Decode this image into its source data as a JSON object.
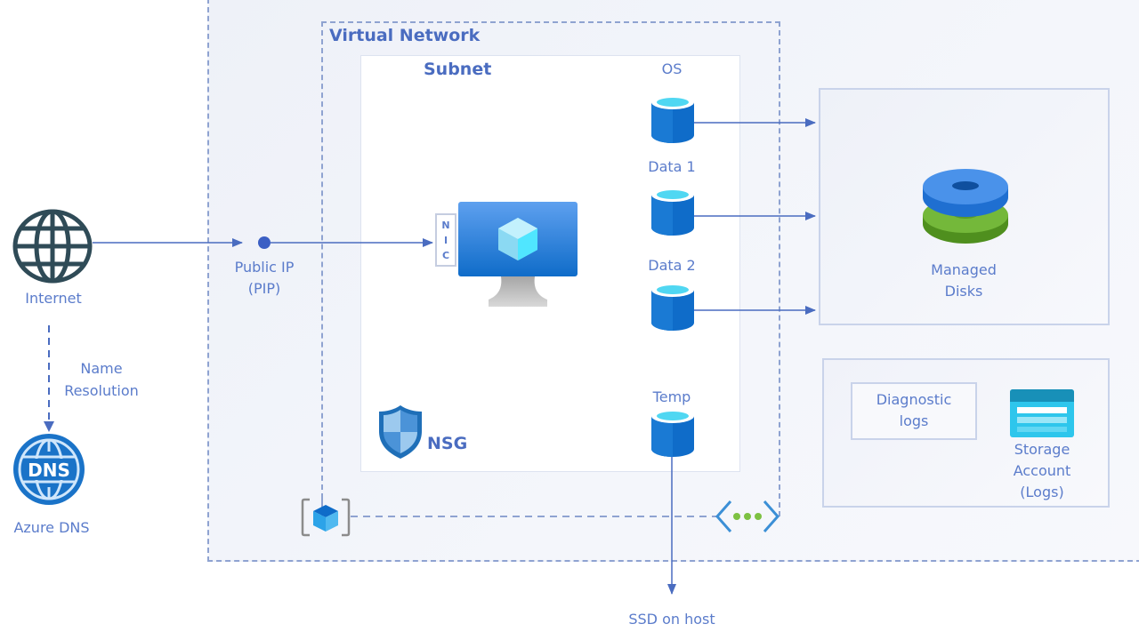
{
  "diagram": {
    "nodes": {
      "internet": {
        "label": "Internet",
        "icon": "globe-icon"
      },
      "public_ip": {
        "label_line1": "Public IP",
        "label_line2": "(PIP)",
        "icon": "dot-icon"
      },
      "name_resolution": {
        "label_line1": "Name",
        "label_line2": "Resolution"
      },
      "azure_dns": {
        "label": "Azure DNS",
        "icon": "dns-globe-icon",
        "icon_text": "DNS"
      },
      "virtual_network": {
        "label": "Virtual Network"
      },
      "subnet": {
        "label": "Subnet"
      },
      "vm": {
        "icon": "virtual-machine-icon",
        "nic_letters": [
          "N",
          "I",
          "C"
        ]
      },
      "nsg": {
        "label": "NSG",
        "icon": "shield-icon"
      },
      "disk_os": {
        "label": "OS",
        "icon": "disk-cylinder-icon"
      },
      "disk_data1": {
        "label": "Data 1",
        "icon": "disk-cylinder-icon"
      },
      "disk_data2": {
        "label": "Data 2",
        "icon": "disk-cylinder-icon"
      },
      "disk_temp": {
        "label": "Temp",
        "icon": "disk-cylinder-icon"
      },
      "ssd_on_host": {
        "label": "SSD on host"
      },
      "managed_disks": {
        "label_line1": "Managed",
        "label_line2": "Disks",
        "icon": "managed-disks-icon"
      },
      "diagnostic_logs": {
        "label_line1": "Diagnostic",
        "label_line2": "logs"
      },
      "storage_account": {
        "label_line1": "Storage",
        "label_line2": "Account",
        "label_line3": "(Logs)",
        "icon": "storage-account-icon"
      },
      "resource_group": {
        "icon": "resource-group-icon"
      },
      "vnet_peering": {
        "icon": "vnet-connector-icon"
      }
    },
    "edges": [
      {
        "from": "internet",
        "to": "public_ip",
        "style": "solid"
      },
      {
        "from": "public_ip",
        "to": "vm",
        "style": "solid"
      },
      {
        "from": "internet",
        "to": "azure_dns",
        "style": "dashed",
        "label": "Name Resolution"
      },
      {
        "from": "disk_os",
        "to": "managed_disks",
        "style": "solid"
      },
      {
        "from": "disk_data1",
        "to": "managed_disks",
        "style": "solid"
      },
      {
        "from": "disk_data2",
        "to": "managed_disks",
        "style": "solid"
      },
      {
        "from": "disk_temp",
        "to": "ssd_on_host",
        "style": "solid"
      }
    ],
    "colors": {
      "line": "#4a6cc0",
      "dashed_border": "#8fa3d1",
      "text": "#5b7ccb",
      "disk_blue": "#0f6cc9",
      "disk_top": "#50e6ff",
      "green": "#5ea72f",
      "globe_dark": "#2f4b57"
    }
  }
}
